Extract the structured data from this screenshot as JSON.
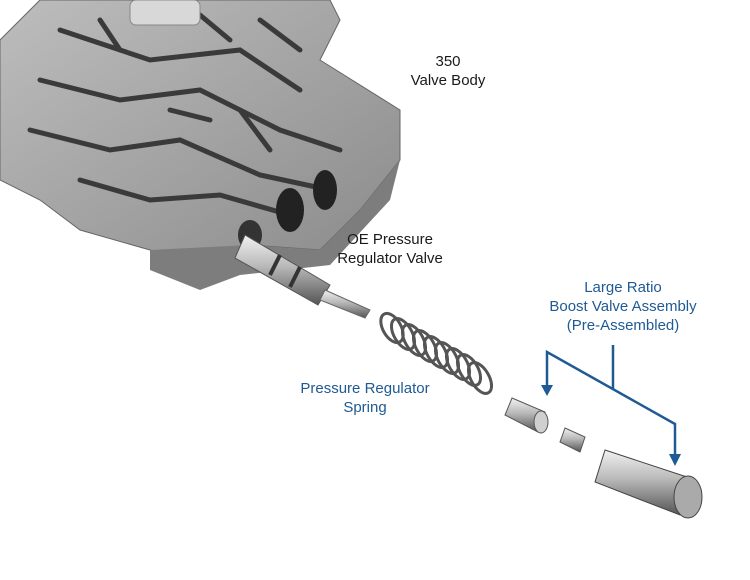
{
  "labels": {
    "valve_body": [
      "350",
      "Valve Body"
    ],
    "oe_valve": [
      "OE Pressure",
      "Regulator Valve"
    ],
    "spring": [
      "Pressure Regulator",
      "Spring"
    ],
    "boost": [
      "Large Ratio",
      "Boost Valve Assembly",
      "(Pre-Assembled)"
    ]
  },
  "colors": {
    "accent": "#1f5a93",
    "text": "#1a1a1a"
  }
}
